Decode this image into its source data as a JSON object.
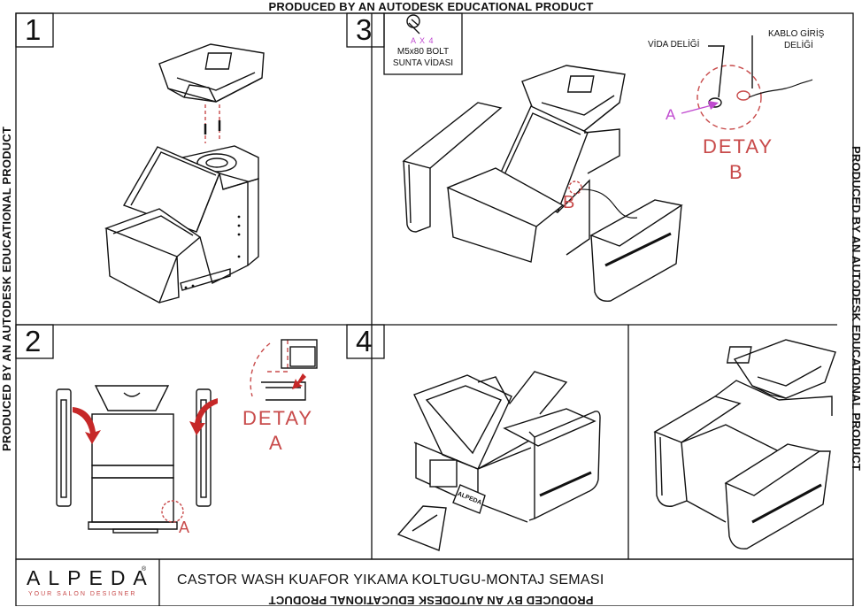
{
  "watermark": "PRODUCED BY AN AUTODESK EDUCATIONAL PRODUCT",
  "steps": [
    "1",
    "2",
    "3",
    "4"
  ],
  "step3_part": {
    "qty": "A X 4",
    "name_line1": "M5x80 BOLT",
    "name_line2": "SUNTA VİDASI"
  },
  "detail_b": {
    "vida_label": "VİDA DELİĞİ",
    "kablo_label_line1": "KABLO GİRİŞ",
    "kablo_label_line2": "DELİĞİ",
    "marker": "A",
    "title": "DETAY",
    "letter": "B"
  },
  "step3_callout": "B",
  "detail_a": {
    "title": "DETAY",
    "letter": "A"
  },
  "step2_callout": "A",
  "panel_badge": "ALPEDA",
  "title_block": {
    "logo": "ALPEDA",
    "logo_reg": "®",
    "tagline": "YOUR SALON DESIGNER",
    "title": "CASTOR WASH KUAFOR YIKAMA KOLTUGU-MONTAJ SEMASI"
  },
  "colors": {
    "accent_red": "#c84a4a",
    "marker_magenta": "#c04ad0",
    "line": "#111111"
  }
}
